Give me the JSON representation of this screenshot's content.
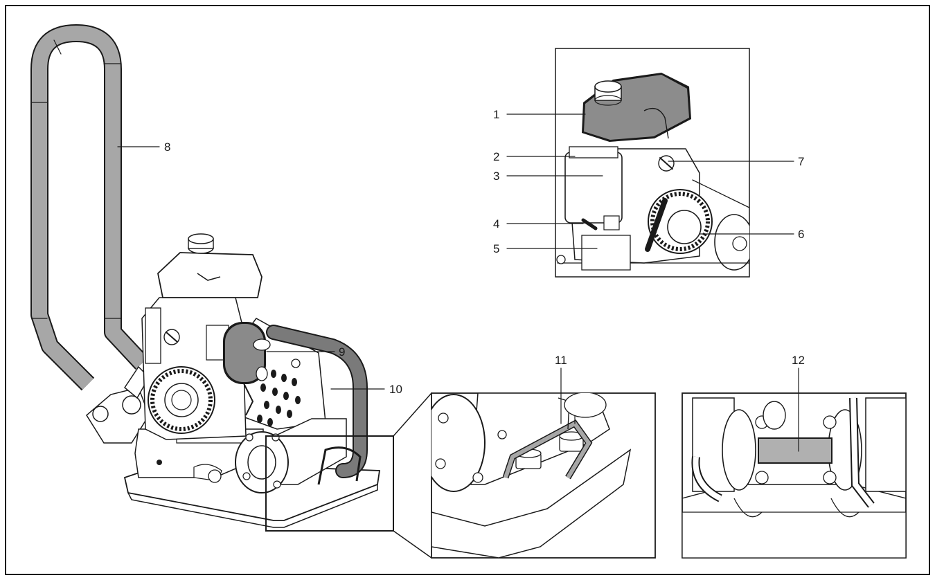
{
  "figure": {
    "callouts": [
      {
        "id": "1",
        "label": "1"
      },
      {
        "id": "2",
        "label": "2"
      },
      {
        "id": "3",
        "label": "3"
      },
      {
        "id": "4",
        "label": "4"
      },
      {
        "id": "5",
        "label": "5"
      },
      {
        "id": "6",
        "label": "6"
      },
      {
        "id": "7",
        "label": "7"
      },
      {
        "id": "8",
        "label": "8"
      },
      {
        "id": "9",
        "label": "9"
      },
      {
        "id": "10",
        "label": "10"
      },
      {
        "id": "11",
        "label": "11"
      },
      {
        "id": "12",
        "label": "12"
      }
    ],
    "colors": {
      "ink": "#1a1a1a",
      "tank": "#8c8c8c",
      "handle": "#a7a7a7",
      "belt": "#7a7a7a",
      "muffler": "#8a8a8a",
      "shaft": "#b0b0b0"
    }
  }
}
